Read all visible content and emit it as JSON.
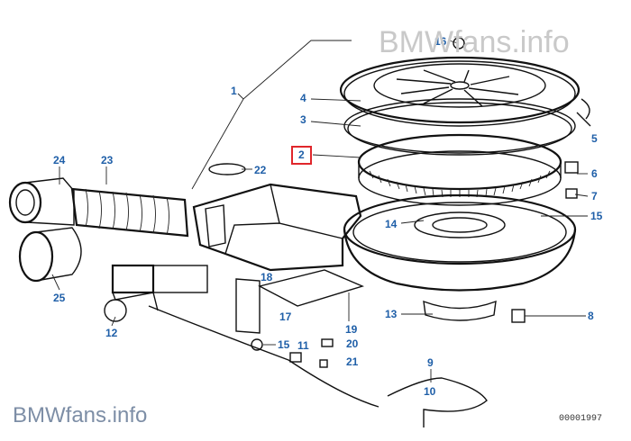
{
  "watermarks": {
    "top": "BMWfans.info",
    "bottom": "BMWfans.info"
  },
  "part_number": "00001997",
  "highlight": {
    "color": "#e0262b",
    "callout": "2"
  },
  "callout_color": "#1f5fa8",
  "callouts": {
    "c1": "1",
    "c2": "2",
    "c3": "3",
    "c4": "4",
    "c5": "5",
    "c6": "6",
    "c7": "7",
    "c8": "8",
    "c9": "9",
    "c10": "10",
    "c11": "11",
    "c12": "12",
    "c13": "13",
    "c14": "14",
    "c15a": "15",
    "c15b": "15",
    "c16": "16",
    "c17": "17",
    "c18": "18",
    "c19": "19",
    "c20": "20",
    "c21": "21",
    "c22": "22",
    "c23": "23",
    "c24": "24",
    "c25": "25"
  }
}
